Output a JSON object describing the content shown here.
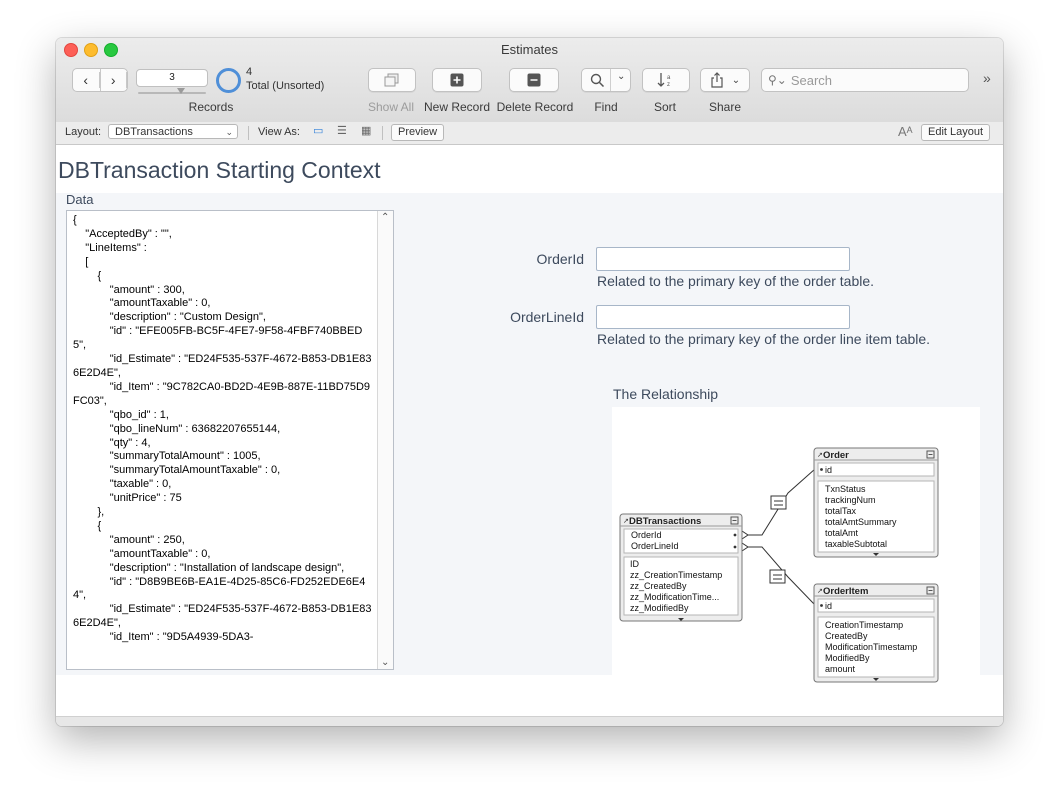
{
  "window": {
    "title": "Estimates"
  },
  "toolbar": {
    "record_number": "3",
    "records_label": "Records",
    "found_count": "4",
    "found_status": "Total (Unsorted)",
    "show_all_label": "Show All",
    "new_record_label": "New Record",
    "delete_record_label": "Delete Record",
    "find_label": "Find",
    "sort_label": "Sort",
    "share_label": "Share",
    "search_placeholder": "Search"
  },
  "layout_bar": {
    "layout_label": "Layout:",
    "layout_value": "DBTransactions",
    "view_as_label": "View As:",
    "preview_label": "Preview",
    "edit_layout_label": "Edit Layout"
  },
  "page": {
    "title": "DBTransaction Starting Context",
    "data_label": "Data",
    "data_text": "{\n\t\"AcceptedBy\" : \"\",\n\t\"LineItems\" :\n\t[\n\t\t{\n\t\t\t\"amount\" : 300,\n\t\t\t\"amountTaxable\" : 0,\n\t\t\t\"description\" : \"Custom Design\",\n\t\t\t\"id\" : \"EFE005FB-BC5F-4FE7-9F58-4FBF740BBED5\",\n\t\t\t\"id_Estimate\" : \"ED24F535-537F-4672-B853-DB1E836E2D4E\",\n\t\t\t\"id_Item\" : \"9C782CA0-BD2D-4E9B-887E-11BD75D9FC03\",\n\t\t\t\"qbo_id\" : 1,\n\t\t\t\"qbo_lineNum\" : 63682207655144,\n\t\t\t\"qty\" : 4,\n\t\t\t\"summaryTotalAmount\" : 1005,\n\t\t\t\"summaryTotalAmountTaxable\" : 0,\n\t\t\t\"taxable\" : 0,\n\t\t\t\"unitPrice\" : 75\n\t\t},\n\t\t{\n\t\t\t\"amount\" : 250,\n\t\t\t\"amountTaxable\" : 0,\n\t\t\t\"description\" : \"Installation of landscape design\",\n\t\t\t\"id\" : \"D8B9BE6B-EA1E-4D25-85C6-FD252EDE6E44\",\n\t\t\t\"id_Estimate\" : \"ED24F535-537F-4672-B853-DB1E836E2D4E\",\n\t\t\t\"id_Item\" : \"9D5A4939-5DA3-",
    "fields": [
      {
        "label": "OrderId",
        "value": "",
        "help": "Related to the primary key of the order table."
      },
      {
        "label": "OrderLineId",
        "value": "",
        "help": "Related to the primary key of the order line item table."
      }
    ],
    "relationship_label": "The Relationship"
  },
  "relationship": {
    "db": {
      "name": "DBTransactions",
      "match_fields": [
        "OrderId",
        "OrderLineId"
      ],
      "fields": [
        "ID",
        "zz_CreationTimestamp",
        "zz_CreatedBy",
        "zz_ModificationTime...",
        "zz_ModifiedBy"
      ]
    },
    "order": {
      "name": "Order",
      "key": "id",
      "fields": [
        "TxnStatus",
        "trackingNum",
        "totalTax",
        "totalAmtSummary",
        "totalAmt",
        "taxableSubtotal"
      ]
    },
    "orderitem": {
      "name": "OrderItem",
      "key": "id",
      "fields": [
        "CreationTimestamp",
        "CreatedBy",
        "ModificationTimestamp",
        "ModifiedBy",
        "amount"
      ]
    }
  }
}
